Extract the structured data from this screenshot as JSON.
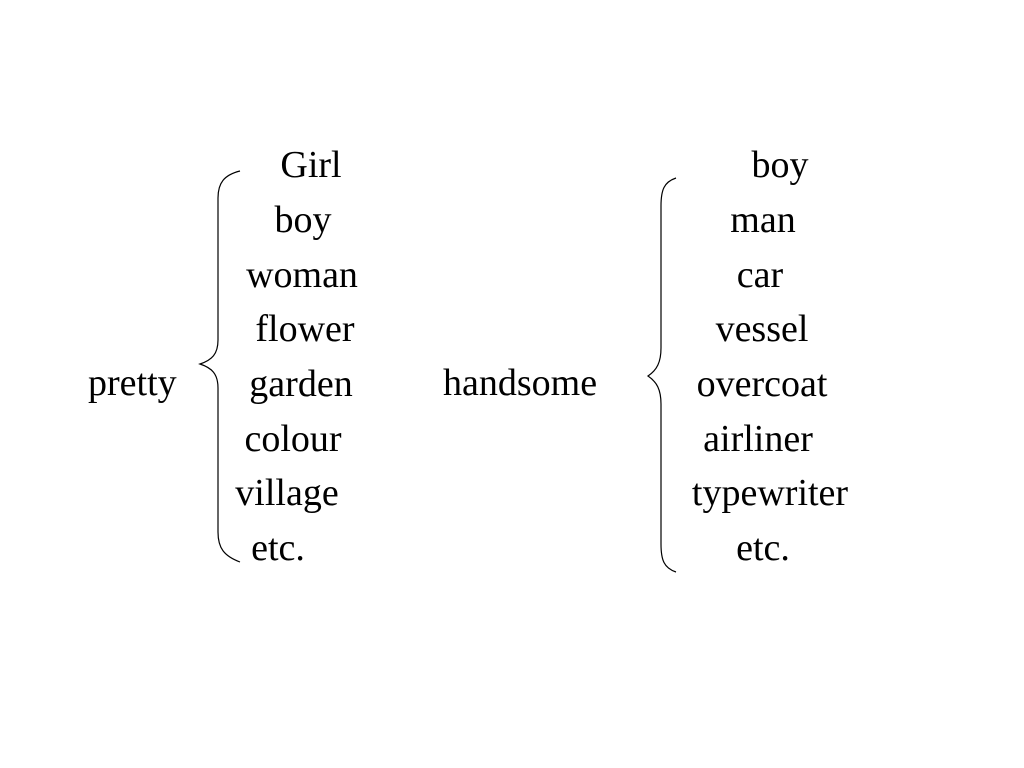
{
  "groups": [
    {
      "head": "pretty",
      "items": [
        "Girl",
        "boy",
        "woman",
        "flower",
        "garden",
        "colour",
        "village",
        "etc."
      ]
    },
    {
      "head": "handsome",
      "items": [
        "boy",
        "man",
        "car",
        "vessel",
        "overcoat",
        "airliner",
        "typewriter",
        "etc."
      ]
    }
  ]
}
